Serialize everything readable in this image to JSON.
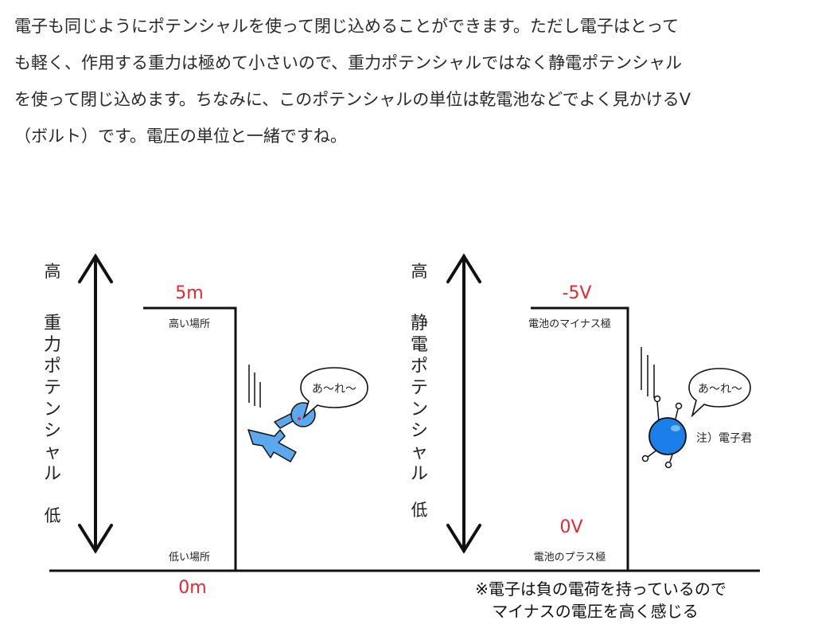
{
  "paragraph": {
    "lines": [
      "電子も同じようにポテンシャルを使って閉じ込めることができます。ただし電子はとって",
      "も軽く、作用する重力は極めて小さいので、重力ポテンシャルではなく静電ポテンシャル",
      "を使って閉じ込めます。ちなみに、このポテンシャルの単位は乾電池などでよく見かけるV",
      "（ボルト）です。電圧の単位と一緒ですね。"
    ]
  },
  "diagram": {
    "left": {
      "axis_high": "高",
      "axis_low": "低",
      "axis_label": [
        "重",
        "力",
        "ポ",
        "テ",
        "ン",
        "シ",
        "ャ",
        "ル"
      ],
      "top_value": "5m",
      "top_place": "高い場所",
      "bottom_place": "低い場所",
      "bottom_value": "0m",
      "speech": "あ〜れ〜"
    },
    "right": {
      "axis_high": "高",
      "axis_low": "低",
      "axis_label": [
        "静",
        "電",
        "ポ",
        "テ",
        "ン",
        "シ",
        "ャ",
        "ル"
      ],
      "top_value": "-5V",
      "top_place": "電池のマイナス極",
      "bottom_value": "0V",
      "bottom_place": "電池のプラス極",
      "speech": "あ〜れ〜",
      "electron_note": "注）電子君",
      "footnote_1": "※電子は負の電荷を持っているので",
      "footnote_2": "マイナスの電圧を高く感じる"
    },
    "colors": {
      "value_red": "#e8262b",
      "electron_blue": "#1a7fe8",
      "stickman_blue": "#5aa9ee",
      "line": "#111111"
    }
  }
}
